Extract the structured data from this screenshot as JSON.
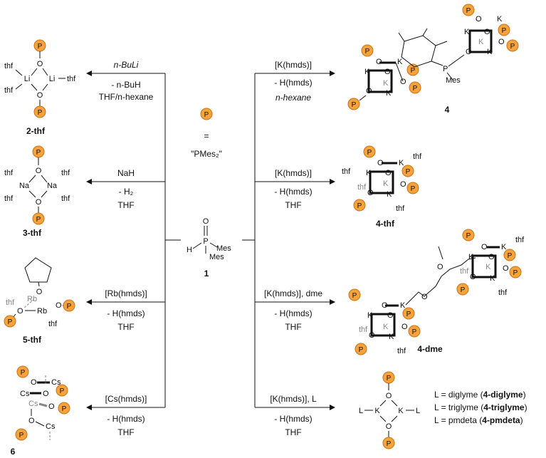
{
  "center": {
    "p_symbol": "P",
    "equals": "=",
    "p_meaning": "\"PMes₂\"",
    "compound_label": "1",
    "atoms": {
      "o": "O",
      "h": "H",
      "p": "P",
      "mes1": "Mes",
      "mes2": "Mes"
    }
  },
  "left_reactions": [
    {
      "reagent": "n-BuLi",
      "byproduct": "- n-BuH",
      "solvent": "THF/n-hexane",
      "product": "2-thf"
    },
    {
      "reagent": "NaH",
      "byproduct": "- H₂",
      "solvent": "THF",
      "product": "3-thf"
    },
    {
      "reagent": "[Rb(hmds)]",
      "byproduct": "- H(hmds)",
      "solvent": "THF",
      "product": "5-thf"
    },
    {
      "reagent": "[Cs(hmds)]",
      "byproduct": "- H(hmds)",
      "solvent": "THF",
      "product": "6"
    }
  ],
  "right_reactions": [
    {
      "reagent": "[K(hmds)]",
      "byproduct": "- H(hmds)",
      "solvent": "n-hexane",
      "product": "4"
    },
    {
      "reagent": "[K(hmds)]",
      "byproduct": "- H(hmds)",
      "solvent": "THF",
      "product": "4-thf"
    },
    {
      "reagent": "[K(hmds)], dme",
      "byproduct": "- H(hmds)",
      "solvent": "THF",
      "product": "4-dme"
    },
    {
      "reagent": "[K(hmds)],   L",
      "byproduct": "- H(hmds)",
      "solvent": "THF",
      "product": ""
    }
  ],
  "atoms": {
    "o": "O",
    "p": "P",
    "li": "Li",
    "na": "Na",
    "k": "K",
    "rb": "Rb",
    "cs": "Cs",
    "thf": "thf",
    "mes": "Mes",
    "l": "L"
  },
  "ligand_legend": [
    {
      "prefix": "L = diglyme (",
      "code": "4-diglyme",
      "suffix": ")"
    },
    {
      "prefix": "L = triglyme (",
      "code": "4-triglyme",
      "suffix": ")"
    },
    {
      "prefix": "L = pmdeta (",
      "code": "4-pmdeta",
      "suffix": ")"
    }
  ],
  "colors": {
    "p_fill": "#f7a23b",
    "p_stroke": "#c8731a",
    "line": "#111111",
    "gray": "#888888"
  }
}
